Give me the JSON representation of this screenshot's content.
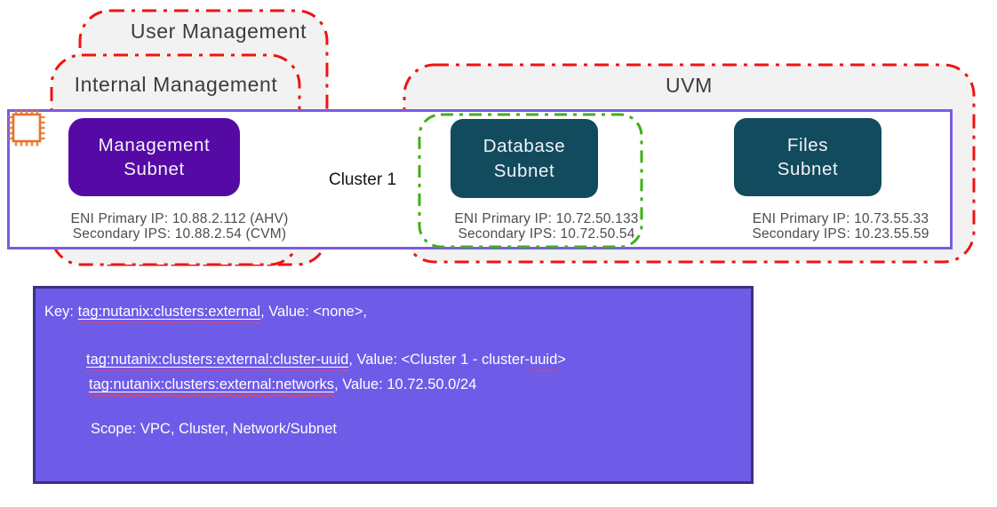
{
  "colors": {
    "zone_border": "#ee1414",
    "zone_fill": "#f2f2f2",
    "cluster_border": "#7b5be4",
    "management_fill": "#560aa5",
    "teal_fill": "#114b5d",
    "green_border": "#3fae1a",
    "tag_box_fill": "#6e5be8",
    "tag_box_border": "#3a3183",
    "chip_color": "#e8732a"
  },
  "zones": {
    "user_management": {
      "label": "User Management"
    },
    "internal_management": {
      "label": "Internal Management"
    },
    "uvm": {
      "label": "UVM"
    }
  },
  "cluster": {
    "label": "Cluster 1",
    "subnets": {
      "management": {
        "name": "Management\nSubnet",
        "eni_primary": "ENI Primary IP: 10.88.2.112 (AHV)",
        "secondary": "Secondary IPS: 10.88.2.54 (CVM)"
      },
      "database": {
        "name": "Database\nSubnet",
        "eni_primary": "ENI Primary IP: 10.72.50.133",
        "secondary": "Secondary IPS: 10.72.50.54"
      },
      "files": {
        "name": "Files\nSubnet",
        "eni_primary": "ENI Primary IP: 10.73.55.33",
        "secondary": "Secondary IPS: 10.23.55.59"
      }
    }
  },
  "tag_box": {
    "line1": {
      "prefix": "Key: ",
      "tag": "tag:nutanix:clusters:external",
      "suffix": ", Value: <none>,"
    },
    "line2": {
      "tag": "tag:nutanix:clusters:external:cluster-uuid",
      "mid": ", Value: <Cluster 1 - cluster-",
      "squiggle": "uuid",
      "end": ">"
    },
    "line3": {
      "tag": "tag:nutanix:clusters:external:networks",
      "suffix": ", Value: 10.72.50.0/24"
    },
    "scope": "Scope: VPC, Cluster, Network/Subnet"
  }
}
